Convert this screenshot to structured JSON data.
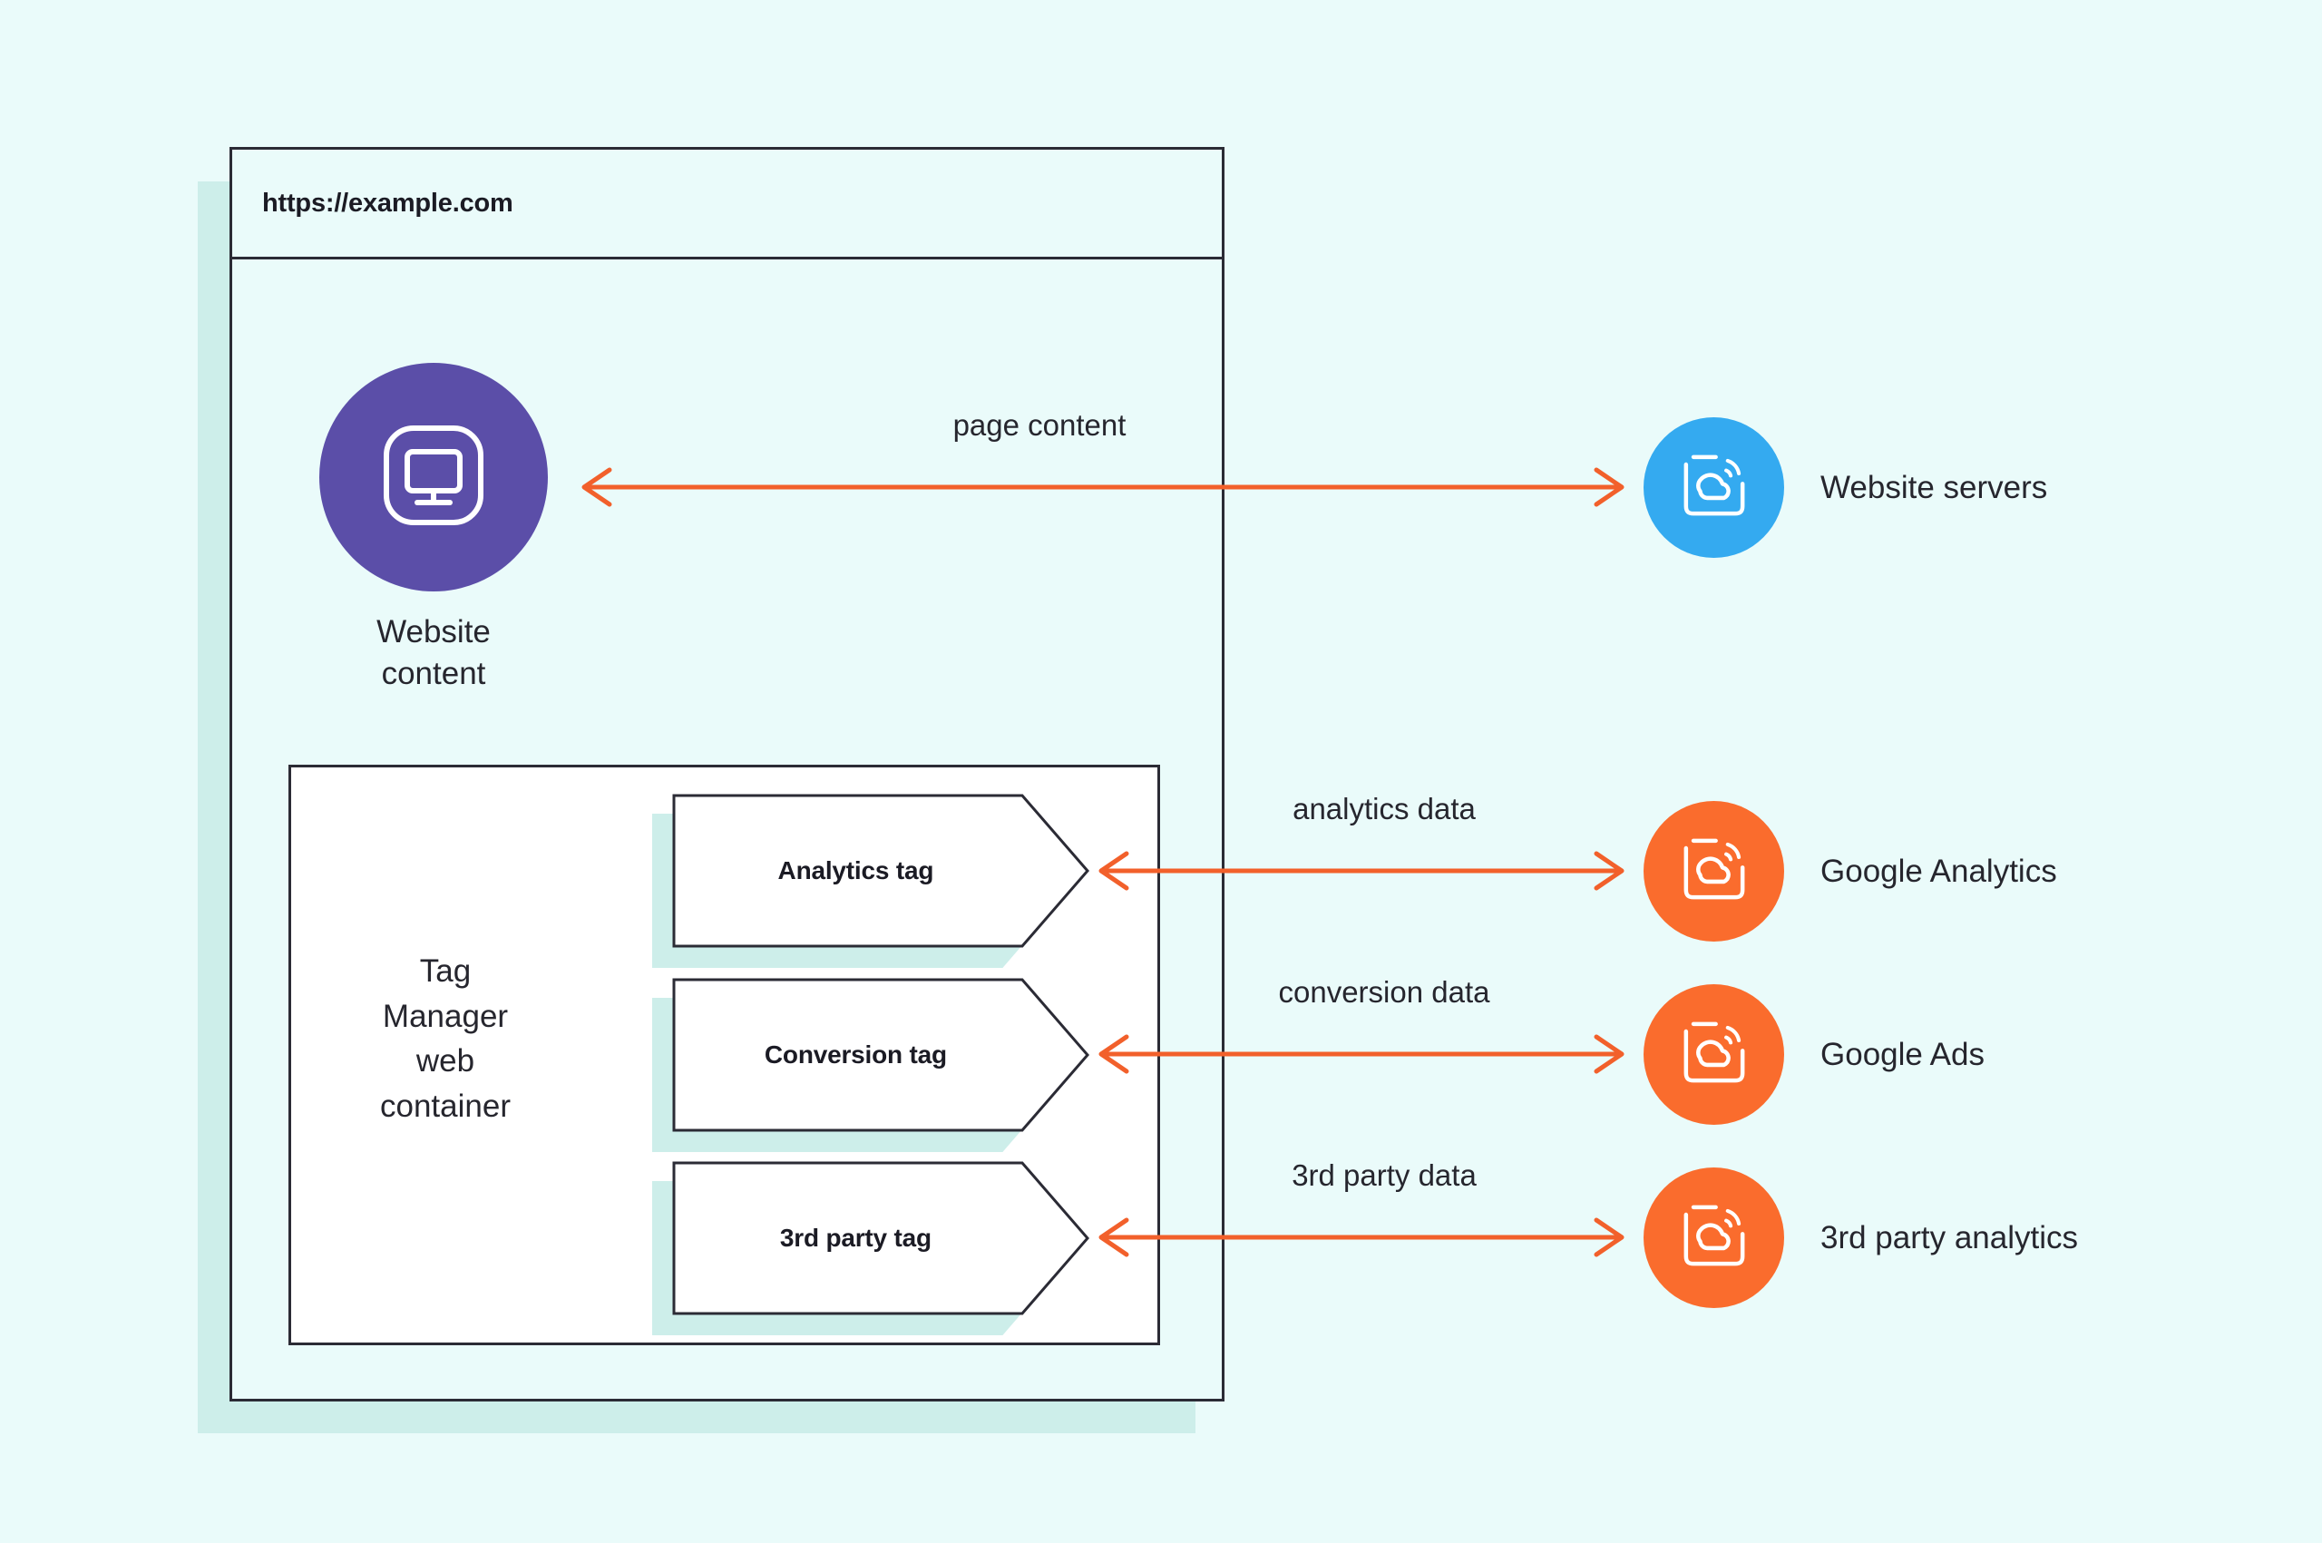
{
  "canvas": {
    "background_color": "#eafbfa",
    "shadow_color": "#cdeeea",
    "outline_color": "#2b2b35",
    "arrow_color": "#f2602b"
  },
  "browser": {
    "url": "https://example.com"
  },
  "website_node": {
    "icon": "monitor-icon",
    "circle_color": "#5b4ea8",
    "caption_line1": "Website",
    "caption_line2": "content"
  },
  "tag_manager": {
    "label_line1": "Tag",
    "label_line2": "Manager",
    "label_line3": "web",
    "label_line4": "container",
    "tags": [
      {
        "label": "Analytics tag"
      },
      {
        "label": "Conversion tag"
      },
      {
        "label": "3rd party tag"
      }
    ]
  },
  "services": [
    {
      "label": "Website servers",
      "icon": "cloud-signal-icon",
      "circle_color": "#34aaf0",
      "connector_label": "page content"
    },
    {
      "label": "Google Analytics",
      "icon": "cloud-signal-icon",
      "circle_color": "#fa6c2d",
      "connector_label": "analytics data"
    },
    {
      "label": "Google Ads",
      "icon": "cloud-signal-icon",
      "circle_color": "#fa6c2d",
      "connector_label": "conversion data"
    },
    {
      "label": "3rd party analytics",
      "icon": "cloud-signal-icon",
      "circle_color": "#fa6c2d",
      "connector_label": "3rd party data"
    }
  ]
}
